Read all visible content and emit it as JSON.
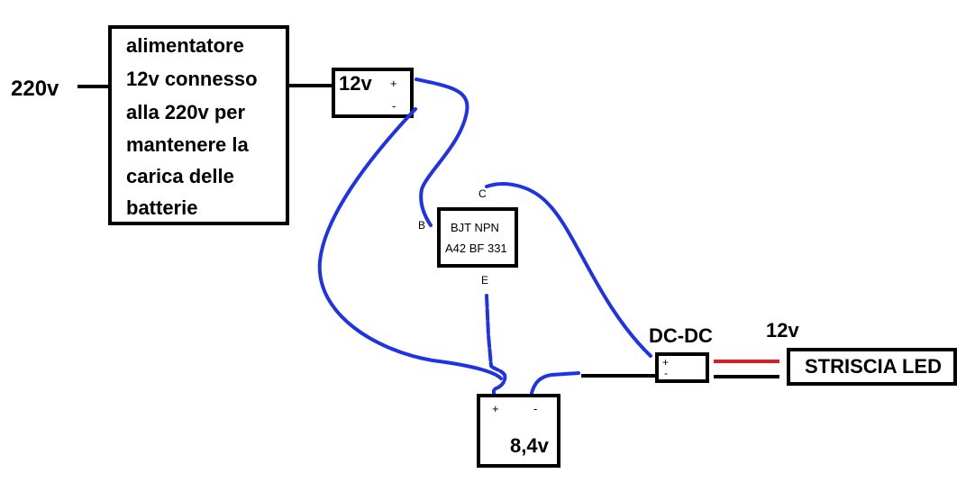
{
  "input_voltage": "220v",
  "power_supply": {
    "lines": [
      "alimentatore",
      "12v connesso",
      "alla 220v per",
      "mantenere la",
      "carica delle",
      "batterie"
    ]
  },
  "supply_output": {
    "label": "12v",
    "plus": "+",
    "minus": "-"
  },
  "transistor": {
    "line1": "BJT NPN",
    "line2": "A42 BF 331",
    "pin_base": "B",
    "pin_collector": "C",
    "pin_emitter": "E"
  },
  "battery": {
    "label": "8,4v",
    "plus": "+",
    "minus": "-"
  },
  "converter": {
    "title": "DC-DC",
    "plus": "+",
    "minus": "-"
  },
  "output_voltage": "12v",
  "led_strip": {
    "label": "STRISCIA LED"
  },
  "colors": {
    "wire_blue": "#1f33e6",
    "wire_red": "#e01b24",
    "wire_black": "#000000"
  }
}
